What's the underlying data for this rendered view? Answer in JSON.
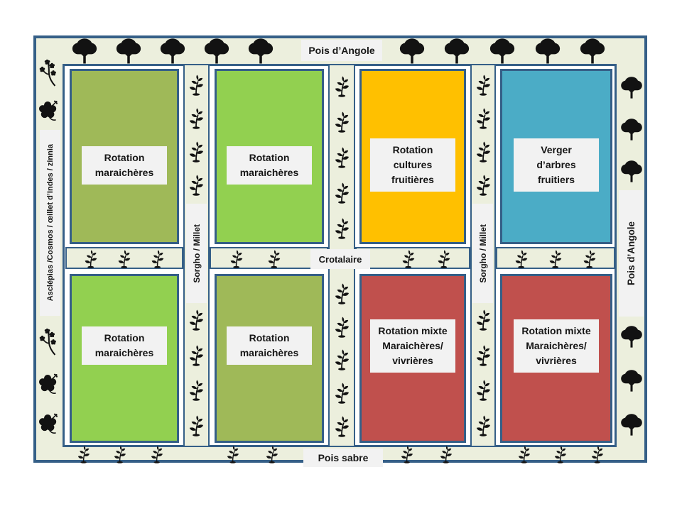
{
  "colors": {
    "band_bg": "#ecefdd",
    "border_blue": "#355f87",
    "label_bg": "#f2f2f2",
    "olive_green": "#9fb958",
    "bright_green": "#92d050",
    "gold": "#ffc000",
    "teal": "#4bacc6",
    "red": "#c0504d"
  },
  "borders": {
    "top": {
      "label": "Pois d’Angole",
      "icons_left": [
        "tree",
        "tree",
        "tree",
        "tree",
        "tree"
      ],
      "icons_right": [
        "tree",
        "tree",
        "tree",
        "tree",
        "tree"
      ]
    },
    "right": {
      "label": "Pois d’Angole",
      "icons_top": [
        "tree",
        "tree",
        "tree"
      ],
      "icons_bottom": [
        "tree",
        "tree",
        "tree"
      ]
    },
    "bottom": {
      "label": "Pois sabre",
      "icons_group1": [
        "seedling",
        "seedling",
        "seedling"
      ],
      "icons_group2": [
        "seedling",
        "seedling"
      ],
      "icons_group3": [
        "seedling",
        "seedling"
      ],
      "icons_group4": [
        "seedling",
        "seedling",
        "seedling"
      ]
    },
    "left": {
      "label": "Asclépias /Cosmos / œillet d’Indes / zinnia",
      "icons_top": [
        "blossom",
        "hibiscus"
      ],
      "icons_bottom": [
        "blossom",
        "hibiscus",
        "hibiscus"
      ]
    }
  },
  "plots": {
    "p1": {
      "label": "Rotation\nmaraichères",
      "color": "#9fb958"
    },
    "p2": {
      "label": "Rotation\nmaraichères",
      "color": "#92d050"
    },
    "p3": {
      "label": "Rotation\ncultures\nfruitières",
      "color": "#ffc000"
    },
    "p4": {
      "label": "Verger\nd’arbres\nfruitiers",
      "color": "#4bacc6"
    },
    "p5": {
      "label": "Rotation\nmaraichères",
      "color": "#92d050"
    },
    "p6": {
      "label": "Rotation\nmaraichères",
      "color": "#9fb958"
    },
    "p7": {
      "label": "Rotation mixte\nMaraichères/\nvivrières",
      "color": "#c0504d"
    },
    "p8": {
      "label": "Rotation mixte\nMaraichères/\nvivrières",
      "color": "#c0504d"
    }
  },
  "strips": {
    "v1": {
      "label": "Sorgho / Millet",
      "icons_top": [
        "seedling",
        "seedling",
        "seedling",
        "seedling"
      ],
      "icons_bottom": [
        "seedling",
        "seedling",
        "seedling",
        "seedling"
      ]
    },
    "v2": {
      "icons_top": [
        "seedling",
        "seedling",
        "seedling",
        "seedling",
        "seedling"
      ],
      "icons_bottom": [
        "seedling",
        "seedling",
        "seedling",
        "seedling",
        "seedling"
      ]
    },
    "v3": {
      "label": "Sorgho / Millet",
      "icons_top": [
        "seedling",
        "seedling",
        "seedling",
        "seedling"
      ],
      "icons_bottom": [
        "seedling",
        "seedling",
        "seedling",
        "seedling"
      ]
    },
    "h": {
      "label": "Crotalaire",
      "segments": [
        {
          "icons": [
            "seedling",
            "seedling",
            "seedling"
          ]
        },
        {
          "icons": [
            "seedling",
            "seedling"
          ]
        },
        {
          "icons": [
            "seedling",
            "seedling"
          ]
        },
        {
          "icons": [
            "seedling",
            "seedling",
            "seedling"
          ]
        }
      ]
    }
  }
}
